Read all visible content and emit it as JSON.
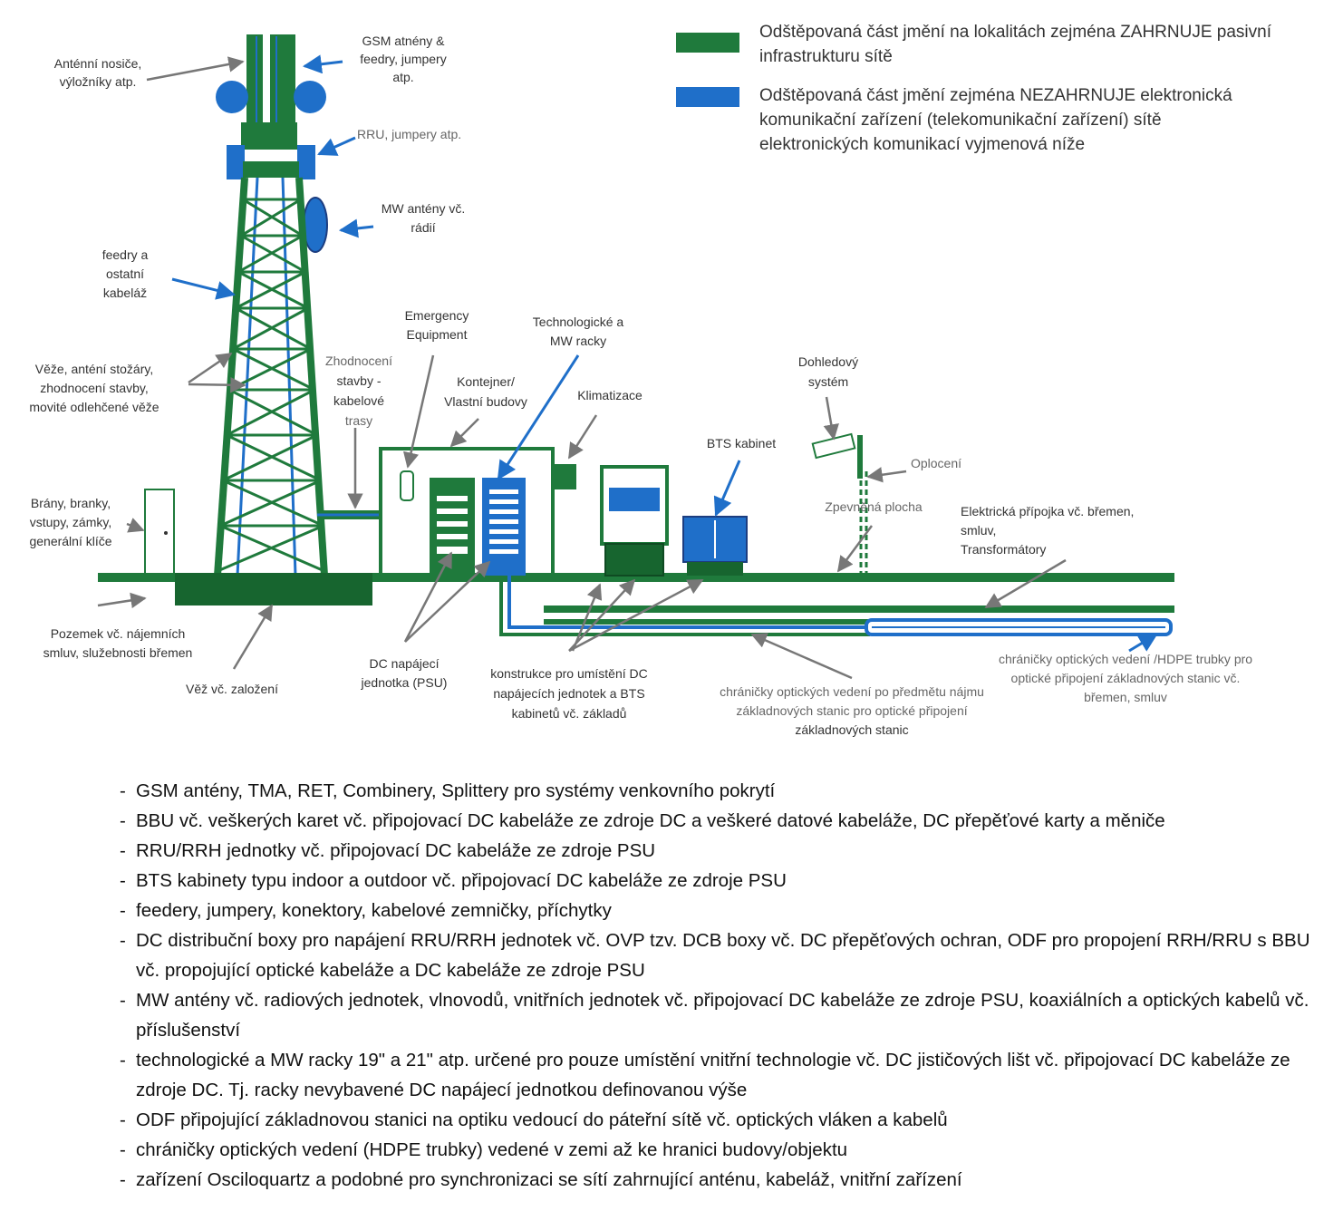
{
  "colors": {
    "green": "#1f7a3c",
    "green_dark": "#17652f",
    "blue": "#1f6fc9",
    "arrow_gray": "#777777"
  },
  "legend": {
    "green_text_1": "Odštěpovaná část jmění na lokalitách zejména ZAHRNUJE pasivní",
    "green_text_2": "infrastrukturu sítě",
    "blue_text_1": "Odštěpovaná část jmění zejména NEZAHRNUJE elektronická",
    "blue_text_2": "komunikační zařízení (telekomunikační zařízení) sítě",
    "blue_text_3": "elektronických komunikací vyjmenová níže"
  },
  "labels": {
    "anten_nosice_1": "Anténní nosiče,",
    "anten_nosice_2": "výložníky atp.",
    "gsm_1": "GSM atnény &",
    "gsm_2": "feedry, jumpery",
    "gsm_3": "atp.",
    "rru": "RRU, jumpery atp.",
    "mw_1": "MW antény vč.",
    "mw_2": "rádií",
    "feedry_1": "feedry a",
    "feedry_2": "ostatní",
    "feedry_3": "kabeláž",
    "veze_1": "Věže, anténí stožáry,",
    "veze_2": "zhodnocení stavby,",
    "veze_3": "movité odlehčené věže",
    "zhod_1": "Zhodnocení",
    "zhod_2": "stavby -",
    "zhod_3": "kabelové",
    "zhod_4": "trasy",
    "emerg_1": "Emergency",
    "emerg_2": "Equipment",
    "tech_1": "Technologické a",
    "tech_2": "MW racky",
    "kont_1": "Kontejner/",
    "kont_2": "Vlastní budovy",
    "klim": "Klimatizace",
    "dohl_1": "Dohledový",
    "dohl_2": "systém",
    "bts": "BTS kabinet",
    "oploc": "Oplocení",
    "zpev": "Zpevněná plocha",
    "elek_1": "Elektrická přípojka vč. břemen,",
    "elek_2": "smluv,",
    "elek_3": "Transformátory",
    "brany_1": "Brány, branky,",
    "brany_2": "vstupy, zámky,",
    "brany_3": "generální klíče",
    "poz_1": "Pozemek vč. nájemních",
    "poz_2": "smluv, služebnosti břemen",
    "vez_zal": "Věž vč. založení",
    "dc_1": "DC napájecí",
    "dc_2": "jednotka (PSU)",
    "kon_1": "konstrukce pro umístění DC",
    "kon_2": "napájecích jednotek a BTS",
    "kon_3": "kabinetů vč. základů",
    "chr1_1": "chráničky optických vedení po předmětu nájmu",
    "chr1_2": "základnových stanic pro optické připojení",
    "chr1_3": "základnových stanic",
    "chr2_1": "chráničky optických vedení /HDPE trubky pro",
    "chr2_2": "optické připojení základnových stanic vč.",
    "chr2_3": "břemen, smluv"
  },
  "bullets": [
    "GSM antény, TMA, RET, Combinery, Splittery pro systémy venkovního pokrytí",
    "BBU vč. veškerých karet vč. připojovací DC kabeláže ze zdroje DC a veškeré datové kabeláže, DC přepěťové karty a měniče",
    "RRU/RRH jednotky vč. připojovací DC kabeláže ze zdroje PSU",
    "BTS kabinety typu indoor a outdoor vč. připojovací DC kabeláže ze zdroje PSU",
    "feedery, jumpery, konektory, kabelové zemničky, příchytky",
    "DC distribuční boxy pro napájení RRU/RRH jednotek vč. OVP tzv. DCB boxy vč. DC přepěťových ochran, ODF pro propojení RRH/RRU s BBU vč. propojující optické kabeláže a DC kabeláže ze zdroje PSU",
    "MW antény vč. radiových jednotek, vlnovodů, vnitřních jednotek vč. připojovací DC kabeláže ze zdroje PSU, koaxiálních a optických kabelů vč. příslušenství",
    "technologické a MW racky 19\" a 21\" atp. určené pro pouze umístění vnitřní technologie vč. DC jističových lišt vč. připojovací DC kabeláže ze zdroje DC. Tj. racky nevybavené DC napájecí jednotkou definovanou výše",
    "ODF připojující základnovou stanici na optiku vedoucí do páteřní sítě vč. optických vláken a kabelů",
    "chráničky optických vedení (HDPE trubky) vedené v zemi až ke hranici budovy/objektu",
    "zařízení Osciloquartz a podobné pro synchronizaci se sítí zahrnující anténu, kabeláž, vnitřní zařízení"
  ]
}
